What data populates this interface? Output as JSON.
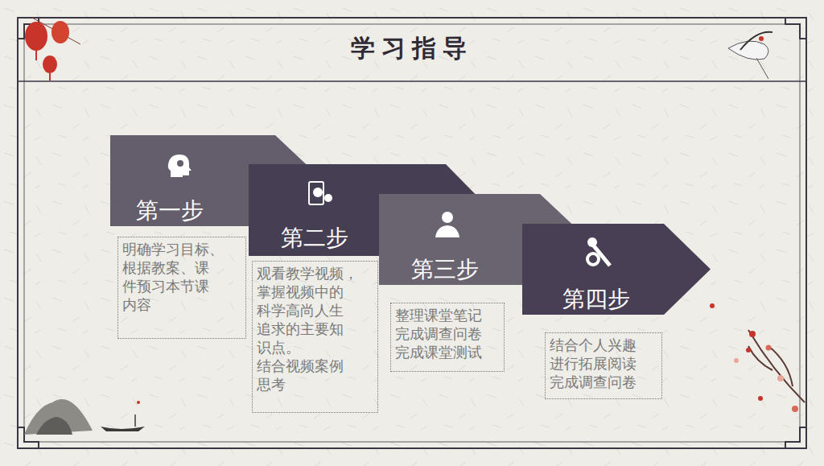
{
  "diagram": {
    "title": "学习指导",
    "nodes": [
      {
        "text": [
          "第一步"
        ]
      },
      {
        "text": [
          "明确学习目标、 根据教案、课 件预习本节课 内容"
        ]
      },
      {
        "text": [
          "第二步"
        ]
      },
      {
        "text": [
          "观看教学视频， 掌握视频中的 科学高尚人生 追求的主要知 识点。",
          "结合视频案例 思考"
        ]
      },
      {
        "text": [
          "第三步"
        ]
      },
      {
        "text": [
          "整理课堂笔记 完成调查问卷 完成课堂测试"
        ]
      },
      {
        "text": [
          "第四步"
        ]
      },
      {
        "text": [
          "结合个人兴趣 进行拓展阅读 完成调查问卷"
        ]
      }
    ]
  }
}
